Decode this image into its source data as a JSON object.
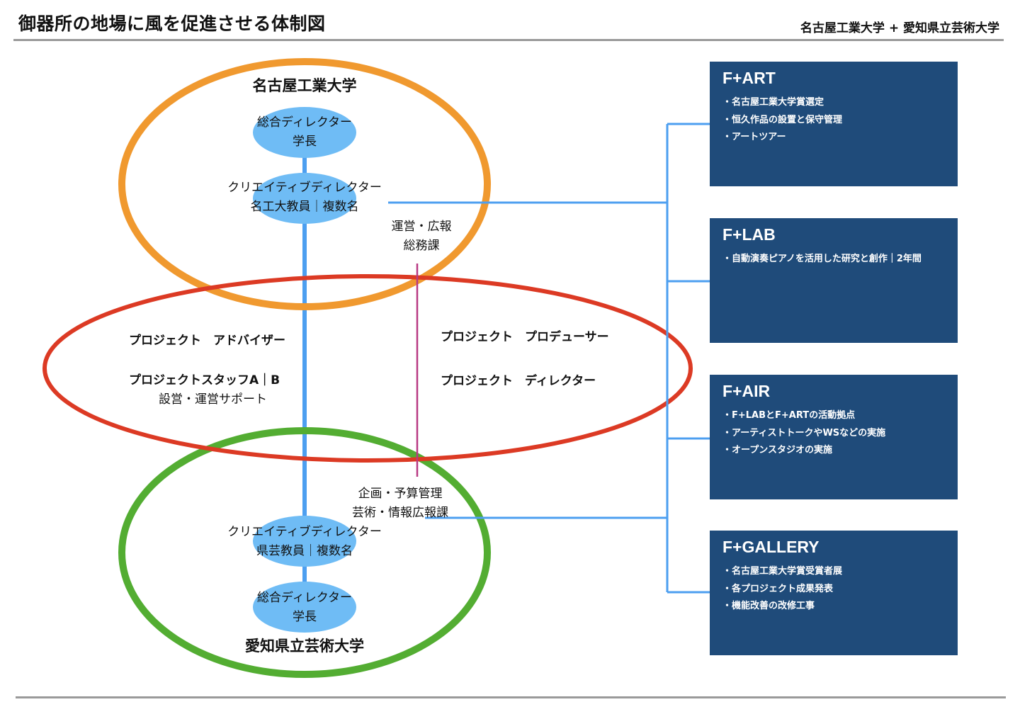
{
  "header": {
    "title": "御器所の地場に風を促進させる体制図",
    "subtitle": "名古屋工業大学 + 愛知県立芸術大学"
  },
  "colors": {
    "nit_ring": "#f0992f",
    "project_ring": "#dc3a24",
    "aichi_ring": "#53ad32",
    "node_fill": "#6fbcf5",
    "connector": "#4d9ff0",
    "admin_line": "#b83a83",
    "box_fill": "#1f4b7a"
  },
  "nit": {
    "name": "名古屋工業大学",
    "general_director": {
      "role": "総合ディレクター",
      "person": "学長"
    },
    "creative_director": {
      "role": "クリエイティブディレクター",
      "person": "名工大教員｜複数名"
    },
    "admin": {
      "line1": "運営・広報",
      "line2": "総務課"
    }
  },
  "project": {
    "advisor": "プロジェクト　アドバイザー",
    "staff": "プロジェクトスタッフA｜B",
    "staff_desc": "設営・運営サポート",
    "producer": "プロジェクト　プロデューサー",
    "director": "プロジェクト　ディレクター"
  },
  "aichi": {
    "name": "愛知県立芸術大学",
    "general_director": {
      "role": "総合ディレクター",
      "person": "学長"
    },
    "creative_director": {
      "role": "クリエイティブディレクター",
      "person": "県芸教員｜複数名"
    },
    "admin": {
      "line1": "企画・予算管理",
      "line2": "芸術・情報広報課"
    }
  },
  "programs": [
    {
      "title": "F+ART",
      "items": [
        "・名古屋工業大学賞選定",
        "・恒久作品の設置と保守管理",
        "・アートツアー"
      ]
    },
    {
      "title": "F+LAB",
      "items": [
        "・自動演奏ピアノを活用した研究と創作｜2年間"
      ]
    },
    {
      "title": "F+AIR",
      "items": [
        "・F+LABとF+ARTの活動拠点",
        "・アーティストトークやWSなどの実施",
        "・オープンスタジオの実施"
      ]
    },
    {
      "title": "F+GALLERY",
      "items": [
        "・名古屋工業大学賞受賞者展",
        "・各プロジェクト成果発表",
        "・機能改善の改修工事"
      ]
    }
  ]
}
